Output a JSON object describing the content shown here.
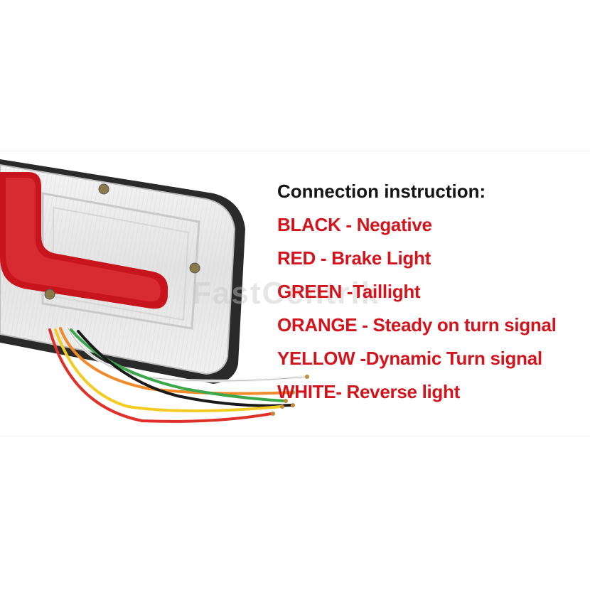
{
  "watermark": "FastCentrik",
  "instructions": {
    "title": "Connection instruction:",
    "lines": [
      "BLACK - Negative",
      "RED - Brake Light",
      "GREEN -Taillight",
      "ORANGE - Steady on turn signal",
      "YELLOW -Dynamic Turn signal",
      "WHITE- Reverse light"
    ]
  },
  "colors": {
    "heading": "#141414",
    "highlight": "#d4141c",
    "lamp_red": "#c8141c",
    "wire_white": "#f4f4f4",
    "wire_orange": "#f08a2a",
    "wire_green": "#3aa84a",
    "wire_yellow": "#f2cc22",
    "wire_red": "#e0302a",
    "wire_black": "#1a1a1a"
  }
}
